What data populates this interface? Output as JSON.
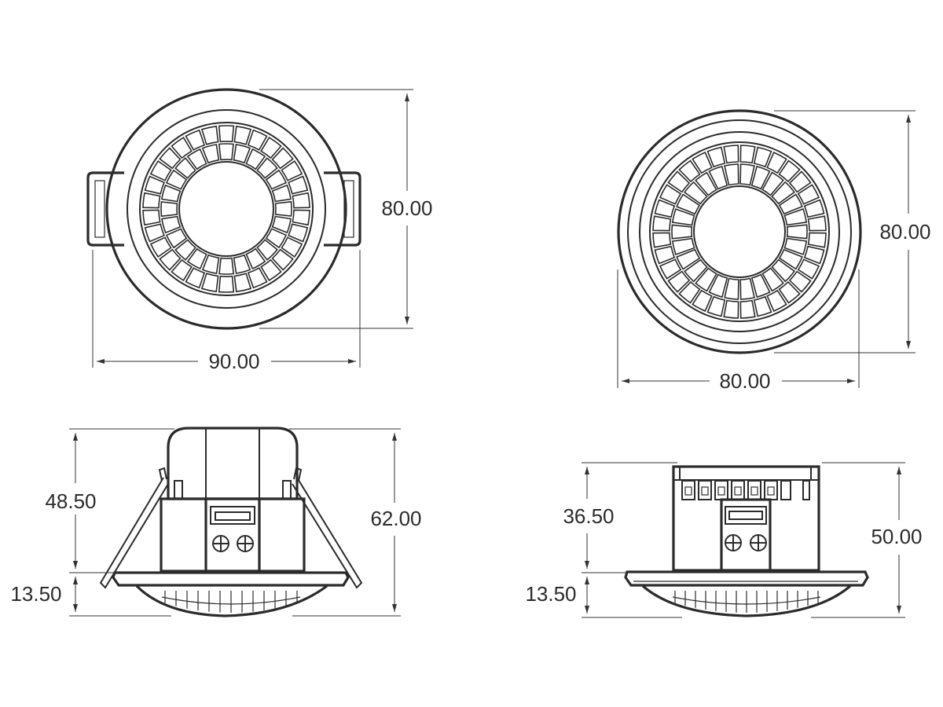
{
  "views": {
    "top_left": {
      "height_dim": "80.00",
      "width_dim": "90.00"
    },
    "top_right": {
      "height_dim": "80.00",
      "width_dim": "80.00"
    },
    "side_left": {
      "upper_dim": "48.50",
      "lower_dim": "13.50",
      "total_dim": "62.00"
    },
    "side_right": {
      "upper_dim": "36.50",
      "lower_dim": "13.50",
      "total_dim": "50.00"
    }
  },
  "colors": {
    "line": "#2b2b2b",
    "background": "#ffffff"
  }
}
